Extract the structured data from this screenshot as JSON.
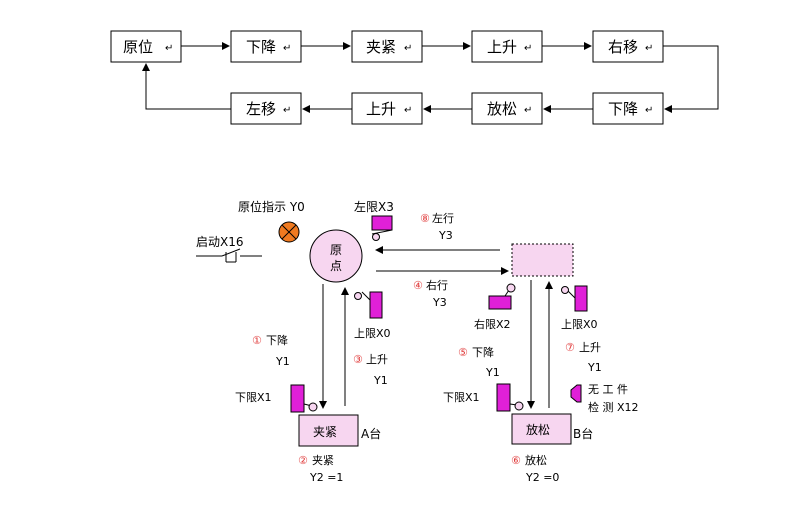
{
  "sequence": {
    "top": [
      "原位",
      "下降",
      "夹紧",
      "上升",
      "右移"
    ],
    "bottom": [
      "左移",
      "上升",
      "放松",
      "下降"
    ],
    "mark": "↵"
  },
  "diagram": {
    "origin_indicator": "原位指示 Y0",
    "start": "启动X16",
    "origin_label": [
      "原",
      "点"
    ],
    "left_limit": "左限X3",
    "step8": {
      "num": "⑧",
      "text": "左行",
      "output": "Y3"
    },
    "step4": {
      "num": "④",
      "text": "右行",
      "output": "Y3"
    },
    "upper_limit_left": "上限X0",
    "step1": {
      "num": "①",
      "text": "下降",
      "output": "Y1"
    },
    "step3": {
      "num": "③",
      "text": "上升",
      "output": "Y1"
    },
    "lower_limit_left": "下限X1",
    "table_a_box": "夹紧",
    "table_a": "A台",
    "step2": {
      "num": "②",
      "text": "夹紧",
      "output": "Y2 =1"
    },
    "right_limit": "右限X2",
    "upper_limit_right": "上限X0",
    "step5": {
      "num": "⑤",
      "text": "下降",
      "output": "Y1"
    },
    "step7": {
      "num": "⑦",
      "text": "上升",
      "output": "Y1"
    },
    "lower_limit_right": "下限X1",
    "no_workpiece": [
      "无 工 件",
      "检 测 X12"
    ],
    "table_b_box": "放松",
    "table_b": "B台",
    "step6": {
      "num": "⑥",
      "text": "放松",
      "output": "Y2 =0"
    }
  },
  "colors": {
    "magenta": "#e020d8",
    "pink_fill": "#f7d6f0",
    "indicator_orange": "#f07a20",
    "step_number_red": "#e03b3b"
  }
}
